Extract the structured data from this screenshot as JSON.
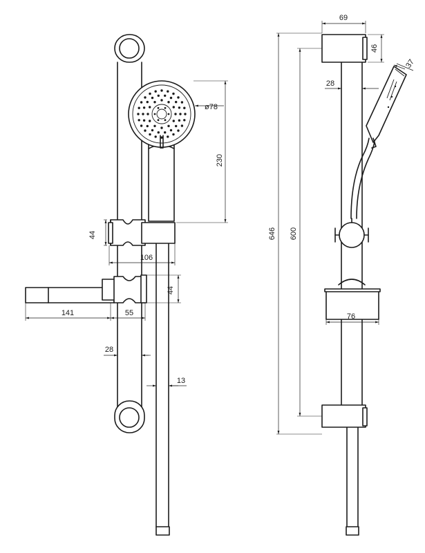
{
  "dimensions": {
    "head_diameter": "ø78",
    "head_length": "230",
    "holder_height": "44",
    "holder_width": "106",
    "soap_height": "44",
    "soap_length": "141",
    "soap_clamp": "55",
    "rail_diameter": "28",
    "hose_diameter": "13",
    "top_bracket_width": "69",
    "top_bracket_height": "46",
    "head_side_width": "37",
    "side_rail_diameter": "28",
    "overall_height": "646",
    "bracket_spacing": "600",
    "soap_side_width": "76"
  }
}
